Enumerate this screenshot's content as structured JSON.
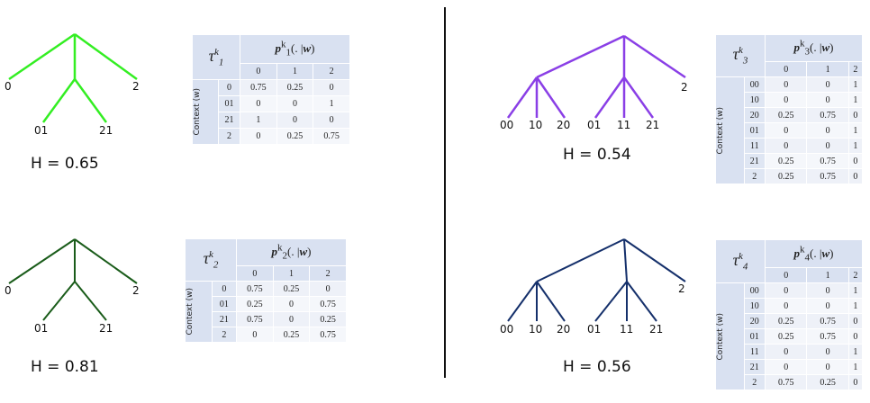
{
  "panels": [
    {
      "id": "1",
      "tau_sub": "1",
      "tau_sup": "k",
      "prob_sub": "1",
      "prob_sup": "k",
      "prob_arg": "(. |",
      "prob_w": "w",
      "prob_close": ")",
      "entropy": "H = 0.65",
      "tree_color": "#33ee22",
      "leaves": [
        "0",
        "01",
        "21",
        "2"
      ],
      "context_label": "Context (w)",
      "columns": [
        "0",
        "1",
        "2"
      ],
      "rows": [
        {
          "ctx": "0",
          "vals": [
            "0.75",
            "0.25",
            "0"
          ]
        },
        {
          "ctx": "01",
          "vals": [
            "0",
            "0",
            "1"
          ]
        },
        {
          "ctx": "21",
          "vals": [
            "1",
            "0",
            "0"
          ]
        },
        {
          "ctx": "2",
          "vals": [
            "0",
            "0.25",
            "0.75"
          ]
        }
      ]
    },
    {
      "id": "2",
      "tau_sub": "2",
      "tau_sup": "k",
      "prob_sub": "2",
      "prob_sup": "k",
      "prob_arg": "(. |",
      "prob_w": "w",
      "prob_close": ")",
      "entropy": "H = 0.81",
      "tree_color": "#1a5c1a",
      "leaves": [
        "0",
        "01",
        "21",
        "2"
      ],
      "context_label": "Context (w)",
      "columns": [
        "0",
        "1",
        "2"
      ],
      "rows": [
        {
          "ctx": "0",
          "vals": [
            "0.75",
            "0.25",
            "0"
          ]
        },
        {
          "ctx": "01",
          "vals": [
            "0.25",
            "0",
            "0.75"
          ]
        },
        {
          "ctx": "21",
          "vals": [
            "0.75",
            "0",
            "0.25"
          ]
        },
        {
          "ctx": "2",
          "vals": [
            "0",
            "0.25",
            "0.75"
          ]
        }
      ]
    },
    {
      "id": "3",
      "tau_sub": "3",
      "tau_sup": "k",
      "prob_sub": "3",
      "prob_sup": "k",
      "prob_arg": "(. |",
      "prob_w": "w",
      "prob_close": ")",
      "entropy": "H = 0.54",
      "tree_color": "#8a3fe6",
      "leaves": [
        "00",
        "10",
        "20",
        "01",
        "11",
        "21",
        "2"
      ],
      "context_label": "Context (w)",
      "columns": [
        "0",
        "1",
        "2"
      ],
      "rows": [
        {
          "ctx": "00",
          "vals": [
            "0",
            "0",
            "1"
          ]
        },
        {
          "ctx": "10",
          "vals": [
            "0",
            "0",
            "1"
          ]
        },
        {
          "ctx": "20",
          "vals": [
            "0.25",
            "0.75",
            "0"
          ]
        },
        {
          "ctx": "01",
          "vals": [
            "0",
            "0",
            "1"
          ]
        },
        {
          "ctx": "11",
          "vals": [
            "0",
            "0",
            "1"
          ]
        },
        {
          "ctx": "21",
          "vals": [
            "0.25",
            "0.75",
            "0"
          ]
        },
        {
          "ctx": "2",
          "vals": [
            "0.25",
            "0.75",
            "0"
          ]
        }
      ]
    },
    {
      "id": "4",
      "tau_sub": "4",
      "tau_sup": "k",
      "prob_sub": "4",
      "prob_sup": "k",
      "prob_arg": "(. |",
      "prob_w": "w",
      "prob_close": ")",
      "entropy": "H = 0.56",
      "tree_color": "#15306b",
      "leaves": [
        "00",
        "10",
        "20",
        "01",
        "11",
        "21",
        "2"
      ],
      "context_label": "Context (w)",
      "columns": [
        "0",
        "1",
        "2"
      ],
      "rows": [
        {
          "ctx": "00",
          "vals": [
            "0",
            "0",
            "1"
          ]
        },
        {
          "ctx": "10",
          "vals": [
            "0",
            "0",
            "1"
          ]
        },
        {
          "ctx": "20",
          "vals": [
            "0.25",
            "0.75",
            "0"
          ]
        },
        {
          "ctx": "01",
          "vals": [
            "0.25",
            "0.75",
            "0"
          ]
        },
        {
          "ctx": "11",
          "vals": [
            "0",
            "0",
            "1"
          ]
        },
        {
          "ctx": "21",
          "vals": [
            "0",
            "0",
            "1"
          ]
        },
        {
          "ctx": "2",
          "vals": [
            "0.75",
            "0.25",
            "0"
          ]
        }
      ]
    }
  ]
}
